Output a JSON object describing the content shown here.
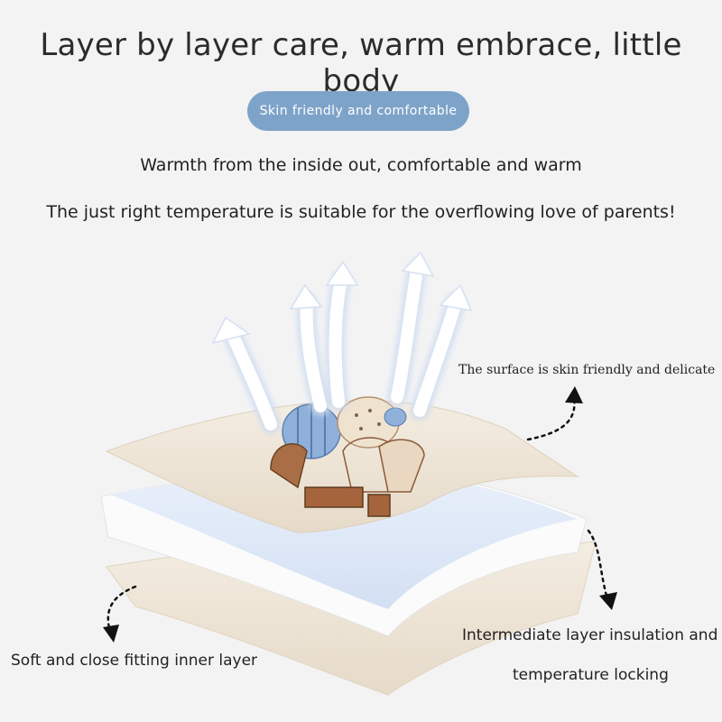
{
  "header": {
    "title": "Layer by layer care, warm embrace, little body",
    "pill": "Skin friendly and comfortable"
  },
  "intro": {
    "line1": "Warmth from the inside out, comfortable and warm",
    "line2": "The just right temperature is suitable for the overflowing love of parents!"
  },
  "labels": {
    "surface": "The surface is skin friendly and delicate",
    "inner": "Soft and close fitting inner layer",
    "middle_line1": "Intermediate layer insulation and",
    "middle_line2": "temperature locking"
  },
  "colors": {
    "background": "#f3f3f4",
    "pill": "#7ea3c9",
    "fabric": "#efe6d8",
    "insulation": "#dfe9f6"
  }
}
